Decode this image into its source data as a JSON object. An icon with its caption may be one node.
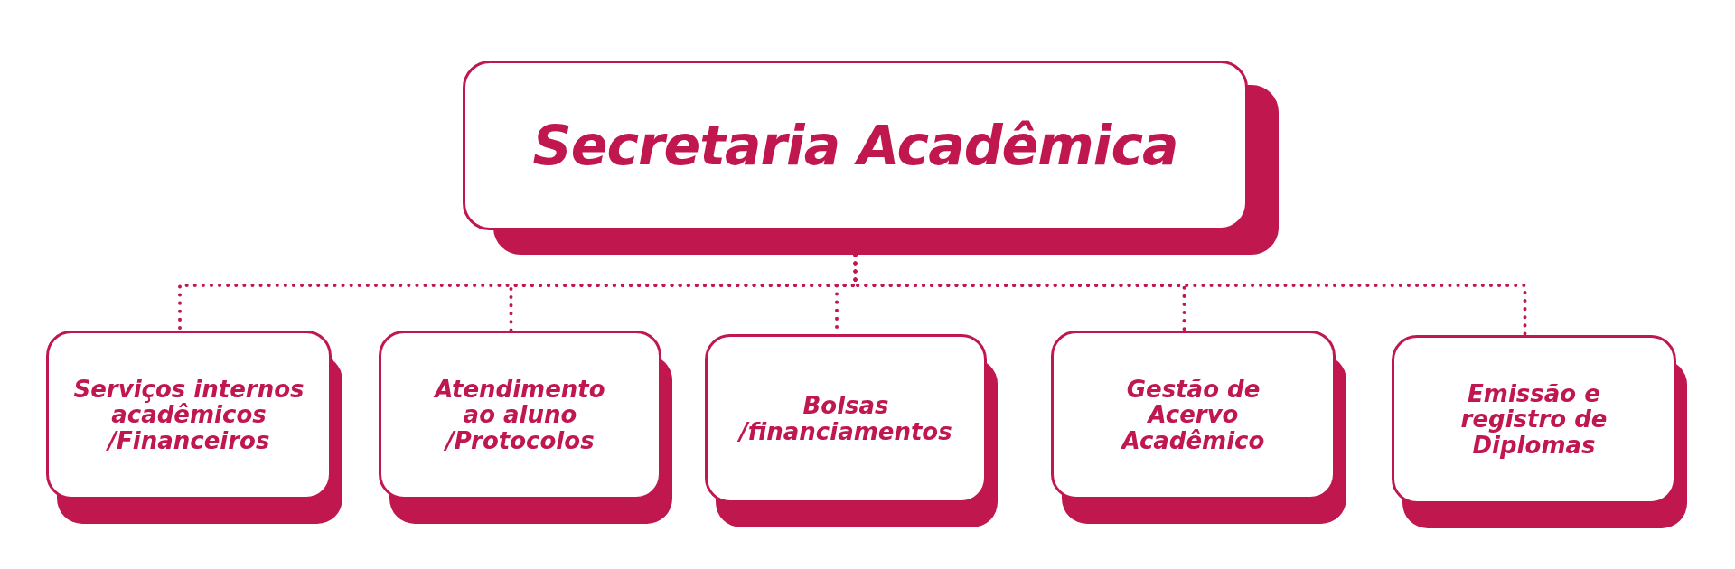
{
  "diagram": {
    "nodes": [
      {
        "text": [
          "Secretaria Acadêmica"
        ]
      },
      {
        "text": [
          "Serviços internos acadêmicos /Financeiros"
        ]
      },
      {
        "text": [
          "Atendimento ao aluno /Protocolos"
        ]
      },
      {
        "text": [
          "Bolsas /financiamentos"
        ]
      },
      {
        "text": [
          "Gestão de Acervo Acadêmico"
        ]
      },
      {
        "text": [
          "Emissão e registro de Diplomas"
        ]
      }
    ],
    "edges": [
      {
        "from": 0,
        "to": 1,
        "arrow": "none",
        "style": "dashed"
      },
      {
        "from": 0,
        "to": 2,
        "arrow": "none",
        "style": "dashed"
      },
      {
        "from": 0,
        "to": 3,
        "arrow": "none",
        "style": "dashed"
      },
      {
        "from": 0,
        "to": 4,
        "arrow": "none",
        "style": "dashed"
      },
      {
        "from": 0,
        "to": 5,
        "arrow": "none",
        "style": "dashed"
      }
    ]
  }
}
